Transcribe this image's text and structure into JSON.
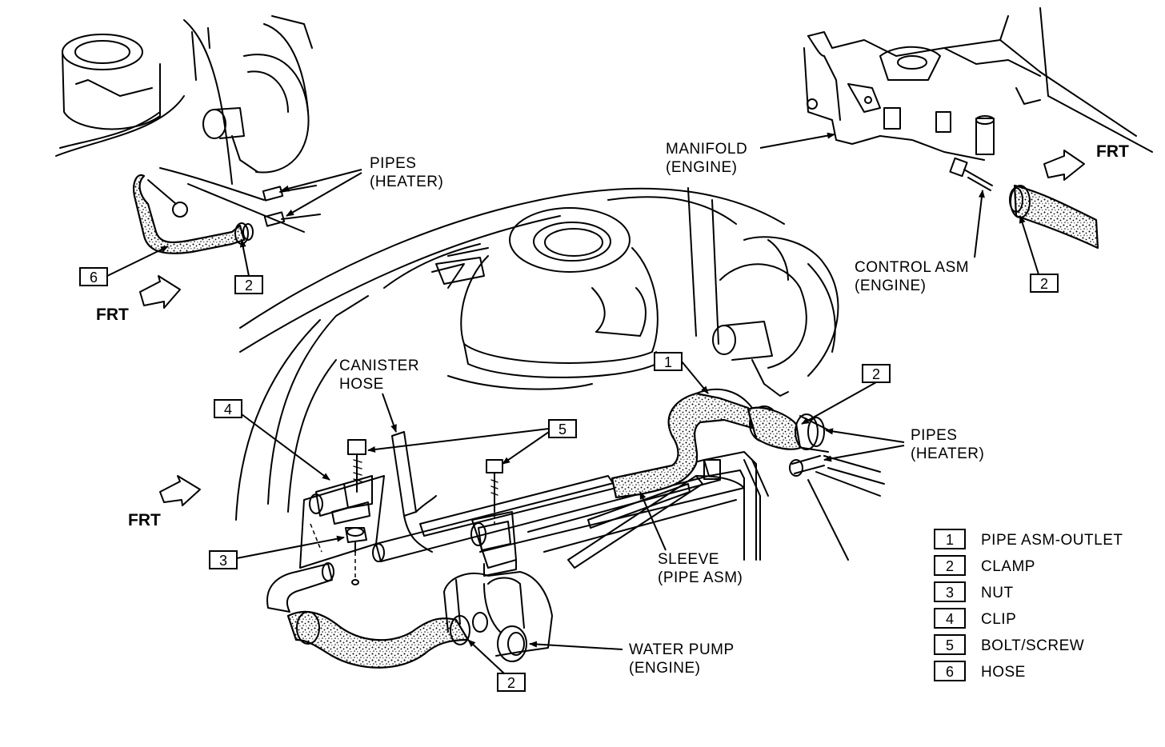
{
  "callouts": {
    "pipes_heater_top": [
      "PIPES",
      "(HEATER)"
    ],
    "manifold": [
      "MANIFOLD",
      "(ENGINE)"
    ],
    "control_asm": [
      "CONTROL ASM",
      "(ENGINE)"
    ],
    "canister_hose": [
      "CANISTER",
      "HOSE"
    ],
    "pipes_heater_right": [
      "PIPES",
      "(HEATER)"
    ],
    "sleeve": [
      "SLEEVE",
      "(PIPE ASM)"
    ],
    "water_pump": [
      "WATER PUMP",
      "(ENGINE)"
    ]
  },
  "frt_label": "FRT",
  "item_numbers": {
    "hose_top_left": "6",
    "clamp_top_left": "2",
    "clamp_top_right": "2",
    "pipe_asm": "1",
    "clamp_right": "2",
    "clip": "4",
    "bolt": "5",
    "nut": "3",
    "clamp_bottom": "2"
  },
  "legend": [
    {
      "num": "1",
      "label": "PIPE ASM-OUTLET"
    },
    {
      "num": "2",
      "label": "CLAMP"
    },
    {
      "num": "3",
      "label": "NUT"
    },
    {
      "num": "4",
      "label": "CLIP"
    },
    {
      "num": "5",
      "label": "BOLT/SCREW"
    },
    {
      "num": "6",
      "label": "HOSE"
    }
  ]
}
